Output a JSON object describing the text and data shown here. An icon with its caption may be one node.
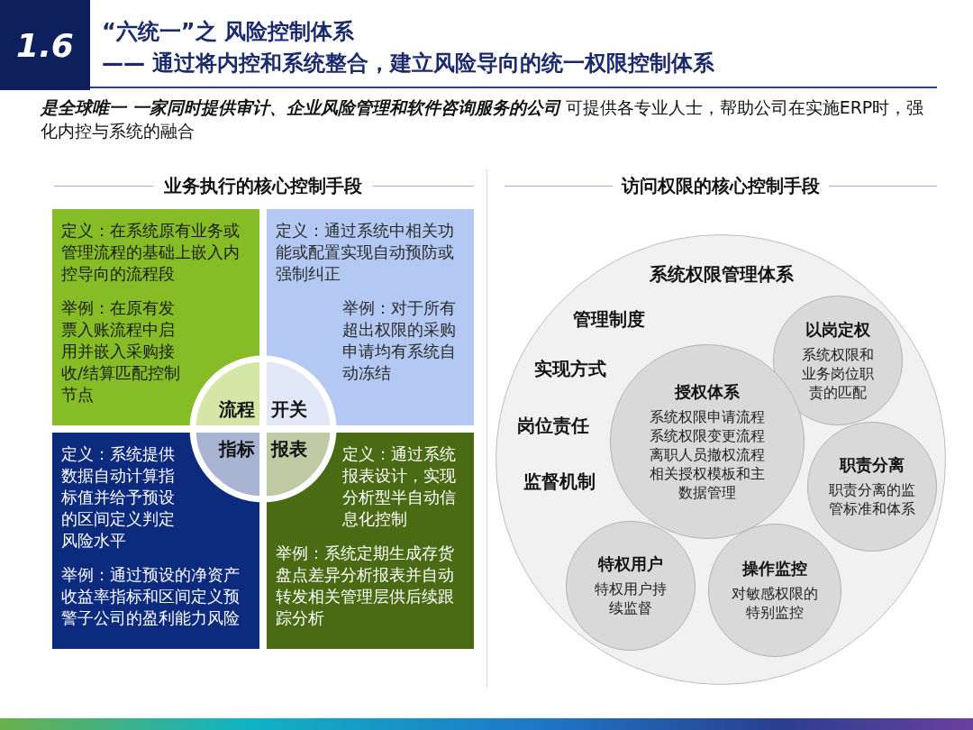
{
  "diagram": {
    "title": "“六统一”之 风险控制体系",
    "nodes": [
      {
        "text": [
          "1.6"
        ]
      },
      {
        "text": [
          "定义：在系统原有业务或管理流程的基础上嵌入内控导向的流程段",
          "举例：在原有发票入账流程中启用并嵌入采购接收/结算匹配控制节点"
        ]
      },
      {
        "text": [
          "定义：通过系统中相关功能或配置实现自动预防或强制纠正",
          "举例：对于所有超出权限的采购申请均有系统自动冻结"
        ]
      },
      {
        "text": [
          "定义：系统提供数据自动计算指标值并给予预设的区间定义判定风险水平",
          "举例：通过预设的净资产收益率指标和区间定义预警子公司的盈利能力风险"
        ]
      },
      {
        "text": [
          "定义：通过系统报表设计，实现分析型半自动信息化控制",
          "举例：系统定期生成存货盘点差异分析报表并自动转发相关管理层供后续跟踪分析"
        ]
      },
      {
        "text": [
          "流程"
        ],
        "in": 1
      },
      {
        "text": [
          "开关"
        ],
        "in": 2
      },
      {
        "text": [
          "指标"
        ],
        "in": 3
      },
      {
        "text": [
          "报表"
        ],
        "in": 4
      },
      {
        "text": [
          "系统权限管理体系",
          "管理制度",
          "实现方式",
          "岗位责任",
          "监督机制"
        ]
      },
      {
        "text": [
          "以岗定权",
          "系统权限和业务岗位职责的匹配"
        ],
        "in": 9
      },
      {
        "text": [
          "授权体系",
          "系统权限申请流程",
          "系统权限变更流程",
          "离职人员撤权流程",
          "相关授权模板和主数据管理"
        ],
        "in": 9
      },
      {
        "text": [
          "职责分离",
          "职责分离的监管标准和体系"
        ],
        "in": 9
      },
      {
        "text": [
          "特权用户",
          "特权用户持续监督"
        ],
        "in": 9
      },
      {
        "text": [
          "操作监控",
          "对敏感权限的特别监控"
        ],
        "in": 9
      }
    ],
    "labels": [
      "—— 通过将内控和系统整合，建立风险导向的统一权限控制体系",
      "**是全球唯一 一家同时提供审计、企业风险管理和软件咨询服务的公司** 可提供各专业人士，帮助公司在实施ERP时，强化内控与系统的融合",
      "业务执行的核心控制手段",
      "访问权限的核心控制手段"
    ]
  }
}
